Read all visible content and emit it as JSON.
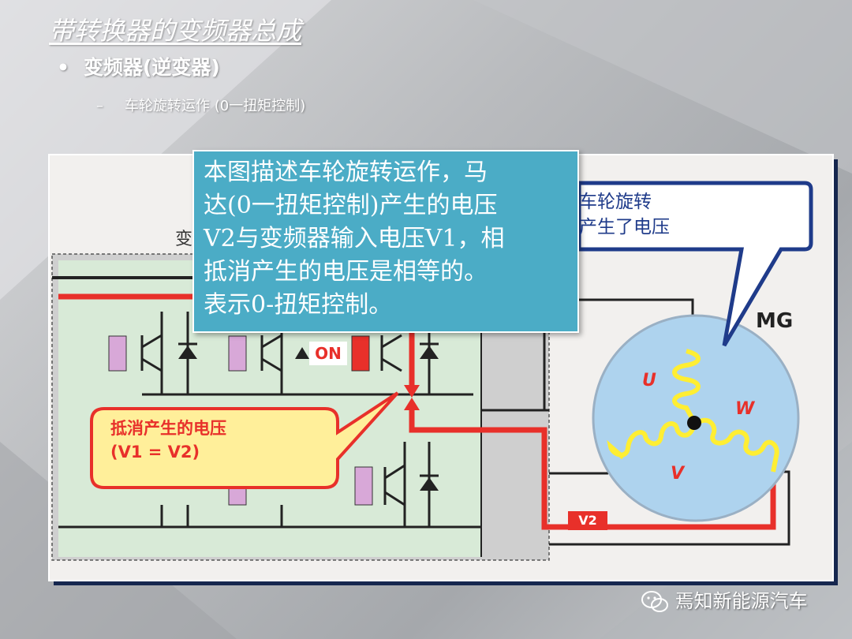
{
  "title": "带转换器的变频器总成",
  "bullets": {
    "level1": "变频器(逆变器)",
    "level2": "车轮旋转运作 (0一扭矩控制)"
  },
  "callout": {
    "lines": [
      "本图描述车轮旋转运作，马",
      "达(0一扭矩控制)产生的电压",
      "V2与变频器输入电压V1，相",
      "抵消产生的电压是相等的。",
      "表示0-扭矩控制。"
    ]
  },
  "speech_bubble": {
    "lines": [
      "车轮旋转",
      "产生了电压"
    ]
  },
  "peek_text": "变",
  "yellow_callout": {
    "lines": [
      "抵消产生的电压",
      "(V1 = V2)"
    ]
  },
  "labels": {
    "on": "ON",
    "v2": "V2",
    "mg": "MG",
    "u": "U",
    "v": "V",
    "w": "W"
  },
  "watermark": "焉知新能源汽车",
  "colors": {
    "callout_bg": "#4bacc6",
    "current_red": "#e8302a",
    "panel_bg": "#f2f0ee",
    "inverter_green": "#d8ead7",
    "motor_blue": "#aed3ee",
    "coil_yellow": "#ffee33",
    "bubble_border": "#1f3b8a",
    "yellow_box": "#ffef9a"
  },
  "icons": [
    "wechat-icon"
  ]
}
